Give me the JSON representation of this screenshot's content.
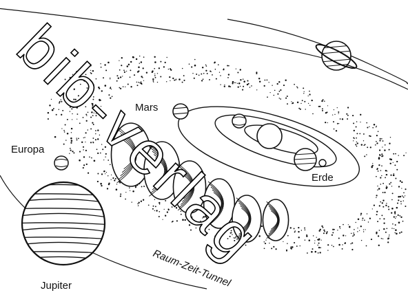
{
  "labels": {
    "mars": "Mars",
    "europa": "Europa",
    "erde": "Erde",
    "jupiter": "Jupiter",
    "tunnel": "Raum-Zeit-Tunnel"
  },
  "watermark": "bib-verlag",
  "colors": {
    "ink": "#111111",
    "paper": "#ffffff",
    "watermark": "#000000"
  }
}
